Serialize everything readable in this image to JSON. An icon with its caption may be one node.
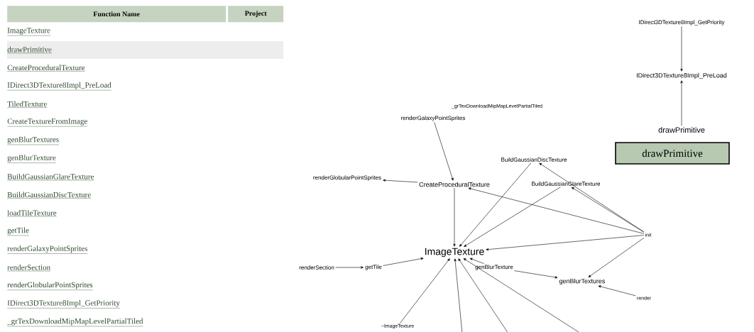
{
  "diagram": {
    "nodes": [
      {
        "text": [
          "IDirect3DTexture8Impl_GetPriority"
        ]
      },
      {
        "text": [
          "IDirect3DTexture8Impl_PreLoad"
        ]
      },
      {
        "text": [
          "drawPrimitive"
        ]
      },
      {
        "text": [
          "drawPrimitive"
        ]
      },
      {
        "text": [
          "_grTexDownloadMipMapLevelPartialTiled"
        ]
      },
      {
        "text": [
          "renderGalaxyPointSprites"
        ]
      },
      {
        "text": [
          "BuildGaussianDiscTexture"
        ]
      },
      {
        "text": [
          "renderGlobularPointSprites"
        ]
      },
      {
        "text": [
          "CreateProceduralTexture"
        ]
      },
      {
        "text": [
          "BuildGaussianGlareTexture"
        ]
      },
      {
        "text": [
          "ImageTexture"
        ]
      },
      {
        "text": [
          "init"
        ]
      },
      {
        "text": [
          "renderSection"
        ]
      },
      {
        "text": [
          "getTile"
        ]
      },
      {
        "text": [
          "genBlurTexture"
        ]
      },
      {
        "text": [
          "genBlurTextures"
        ]
      },
      {
        "text": [
          "render"
        ]
      },
      {
        "text": [
          "~ImageTexture"
        ]
      }
    ],
    "edges": [
      {
        "from": 0,
        "to": 1,
        "arrow": "to"
      },
      {
        "from": 2,
        "to": 1,
        "arrow": "to"
      },
      {
        "from": 5,
        "to": 8,
        "arrow": "to"
      },
      {
        "from": 8,
        "to": 7,
        "arrow": "to"
      },
      {
        "from": 8,
        "to": 10,
        "arrow": "to"
      },
      {
        "from": 6,
        "to": 10,
        "arrow": "to"
      },
      {
        "from": 9,
        "to": 10,
        "arrow": "to"
      },
      {
        "from": 11,
        "to": 10,
        "arrow": "to"
      },
      {
        "from": 14,
        "to": 10,
        "arrow": "to"
      },
      {
        "from": 13,
        "to": 10,
        "arrow": "to"
      },
      {
        "from": 12,
        "to": 13,
        "arrow": "to"
      },
      {
        "from": 17,
        "to": 10,
        "arrow": "to"
      },
      {
        "from": null,
        "to": 10,
        "arrow": "to"
      },
      {
        "from": null,
        "to": 10,
        "arrow": "to"
      },
      {
        "from": null,
        "to": 10,
        "arrow": "to"
      },
      {
        "from": 11,
        "to": 8,
        "arrow": "to"
      },
      {
        "from": 11,
        "to": 6,
        "arrow": "to"
      },
      {
        "from": 11,
        "to": 9,
        "arrow": "to"
      },
      {
        "from": 11,
        "to": 15,
        "arrow": "to"
      },
      {
        "from": 16,
        "to": 15,
        "arrow": "to"
      },
      {
        "from": 14,
        "to": 15,
        "arrow": "to"
      }
    ],
    "labels": [
      "Function Name",
      "Project",
      "ImageTexture",
      "drawPrimitive",
      "CreateProceduralTexture",
      "IDirect3DTexture8Impl_PreLoad",
      "TiledTexture",
      "CreateTextureFromImage",
      "genBlurTextures",
      "genBlurTexture",
      "BuildGaussianGlareTexture",
      "BuildGaussianDiscTexture",
      "loadTileTexture",
      "getTile",
      "renderGalaxyPointSprites",
      "renderSection",
      "renderGlobularPointSprites",
      "IDirect3DTexture8Impl_GetPriority",
      "_grTexDownloadMipMapLevelPartialTiled"
    ]
  }
}
